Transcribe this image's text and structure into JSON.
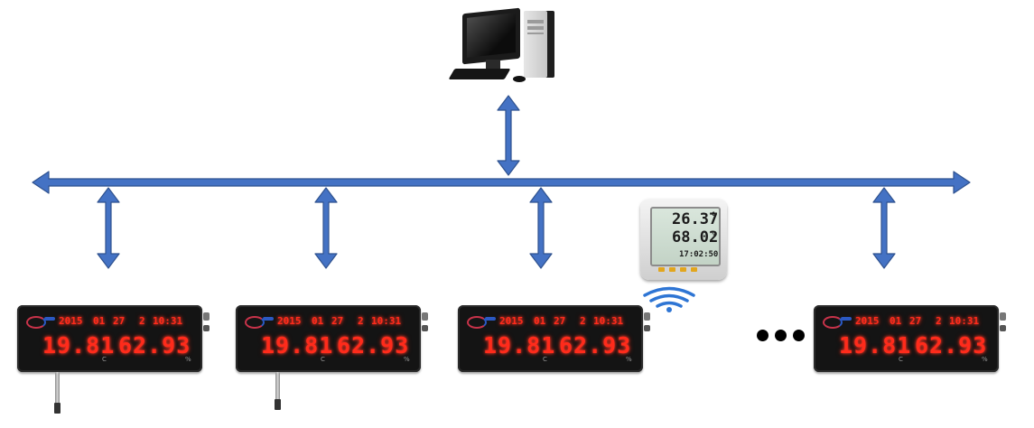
{
  "devices": [
    {
      "year": "2015",
      "month": "01",
      "day": "27",
      "week": "2",
      "time": "10:31",
      "temperature": "19.81",
      "humidity": "62.93",
      "temp_unit": "C",
      "hum_unit": "%"
    },
    {
      "year": "2015",
      "month": "01",
      "day": "27",
      "week": "2",
      "time": "10:31",
      "temperature": "19.81",
      "humidity": "62.93",
      "temp_unit": "C",
      "hum_unit": "%"
    },
    {
      "year": "2015",
      "month": "01",
      "day": "27",
      "week": "2",
      "time": "10:31",
      "temperature": "19.81",
      "humidity": "62.93",
      "temp_unit": "C",
      "hum_unit": "%"
    },
    {
      "year": "2015",
      "month": "01",
      "day": "27",
      "week": "2",
      "time": "10:31",
      "temperature": "19.81",
      "humidity": "62.93",
      "temp_unit": "C",
      "hum_unit": "%"
    }
  ],
  "hygrometer": {
    "temperature": "26.37",
    "humidity": "68.02",
    "time": "17:02:50",
    "temp_unit": "C",
    "hum_unit": "%"
  },
  "colors": {
    "arrow_fill": "#4472c4",
    "arrow_stroke": "#2f528f",
    "led": "#ff2b1b",
    "wifi": "#2e75d4"
  },
  "icons": [
    "computer-icon",
    "wifi-icon",
    "ellipsis-icon"
  ]
}
